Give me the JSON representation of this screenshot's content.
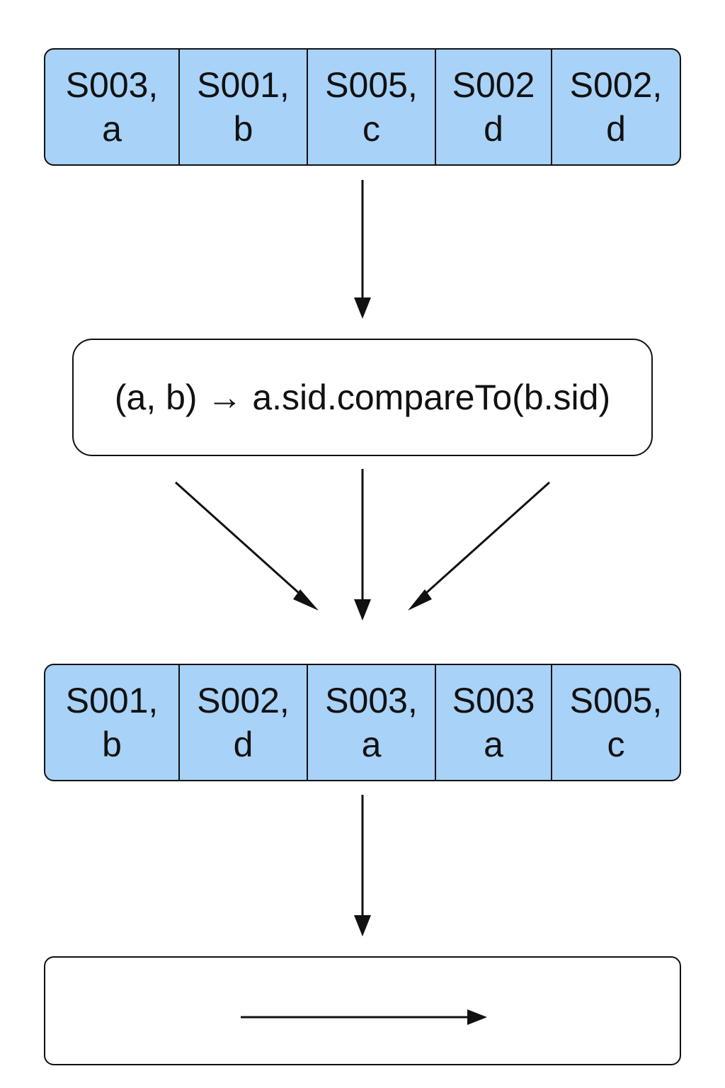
{
  "input_array": {
    "cells": [
      {
        "id": "S003,",
        "value": "a"
      },
      {
        "id": "S001,",
        "value": "b"
      },
      {
        "id": "S005,",
        "value": "c"
      },
      {
        "id": "S002",
        "value": "d"
      },
      {
        "id": "S002,",
        "value": "d"
      }
    ]
  },
  "comparator": {
    "expression": "(a, b) → a.sid.compareTo(b.sid)"
  },
  "sorted_array": {
    "cells": [
      {
        "id": "S001,",
        "value": "b"
      },
      {
        "id": "S002,",
        "value": "d"
      },
      {
        "id": "S003,",
        "value": "a"
      },
      {
        "id": "S003",
        "value": "a"
      },
      {
        "id": "S005,",
        "value": "c"
      }
    ]
  },
  "colors": {
    "cell_fill": "#a8d2f8",
    "stroke": "#111111",
    "background": "#ffffff"
  }
}
